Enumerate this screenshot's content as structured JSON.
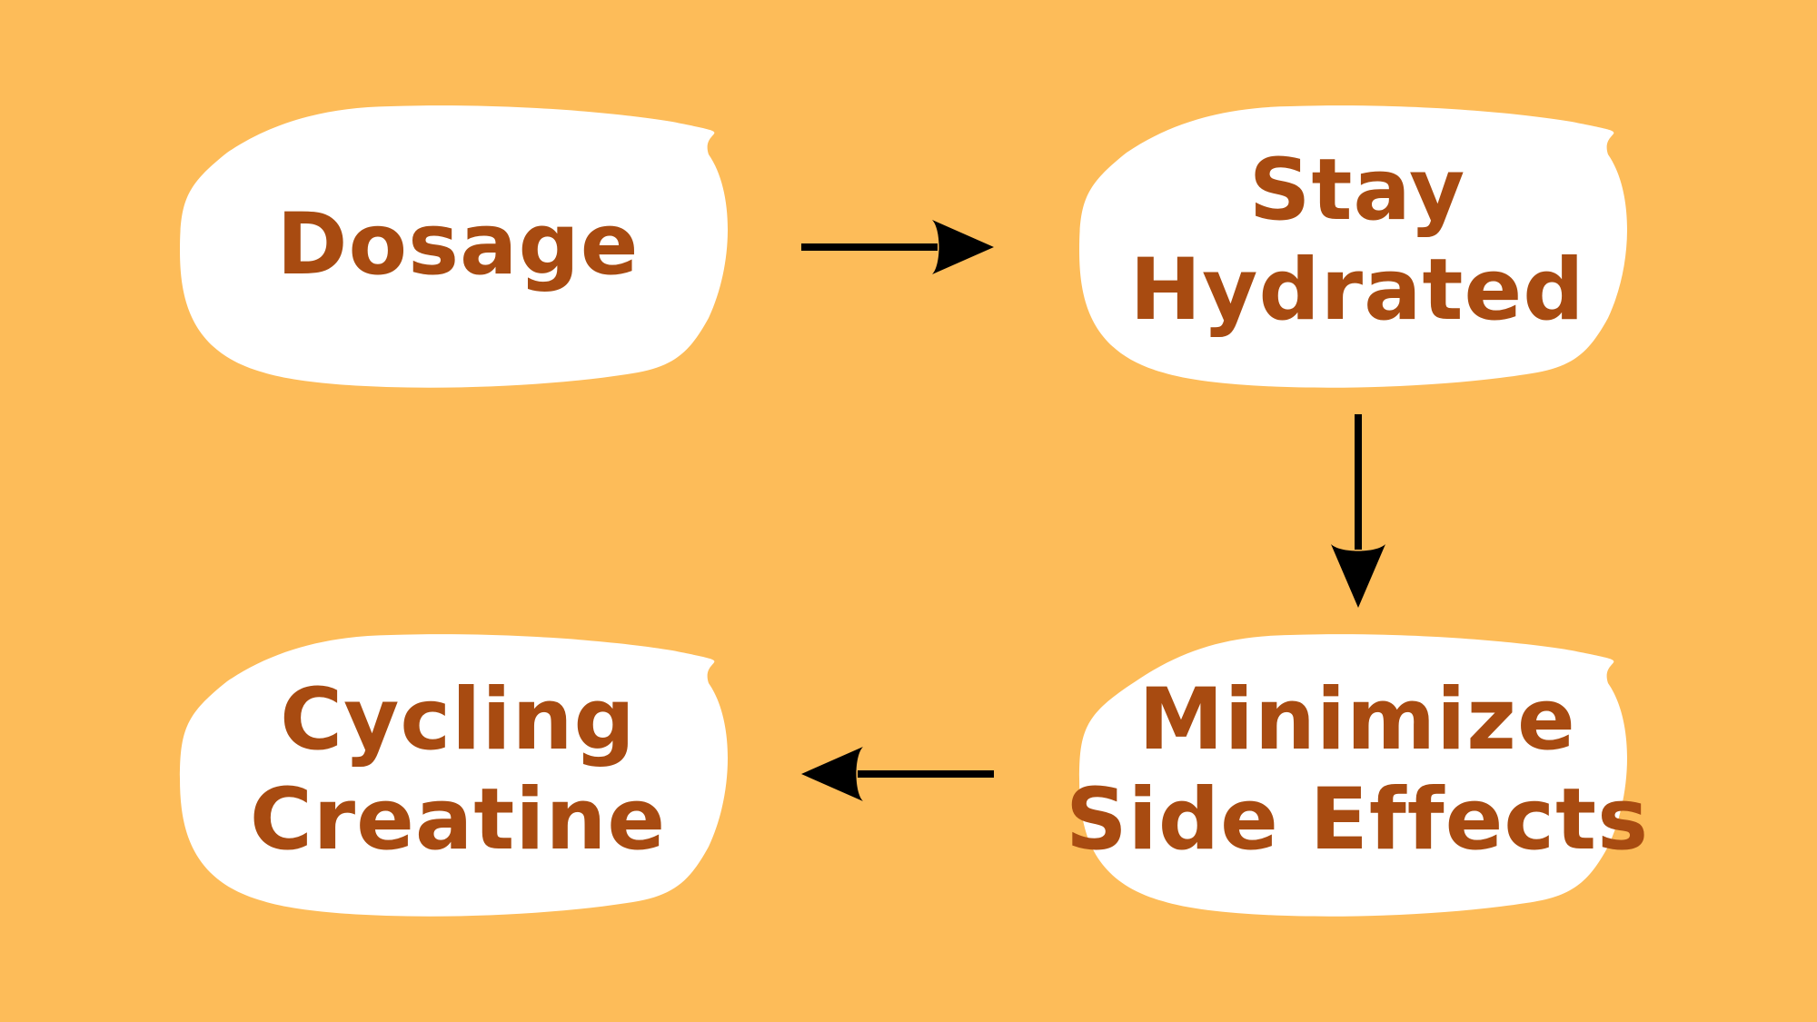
{
  "colors": {
    "background": "#FDBC59",
    "node_fill": "#FFFFFF",
    "text": "#A84B11",
    "arrow": "#000000"
  },
  "nodes": {
    "dosage": {
      "line1": "Dosage"
    },
    "stay_hydrated": {
      "line1": "Stay",
      "line2": "Hydrated"
    },
    "minimize_side_effects": {
      "line1": "Minimize",
      "line2": "Side Effects"
    },
    "cycling_creatine": {
      "line1": "Cycling",
      "line2": "Creatine"
    }
  }
}
